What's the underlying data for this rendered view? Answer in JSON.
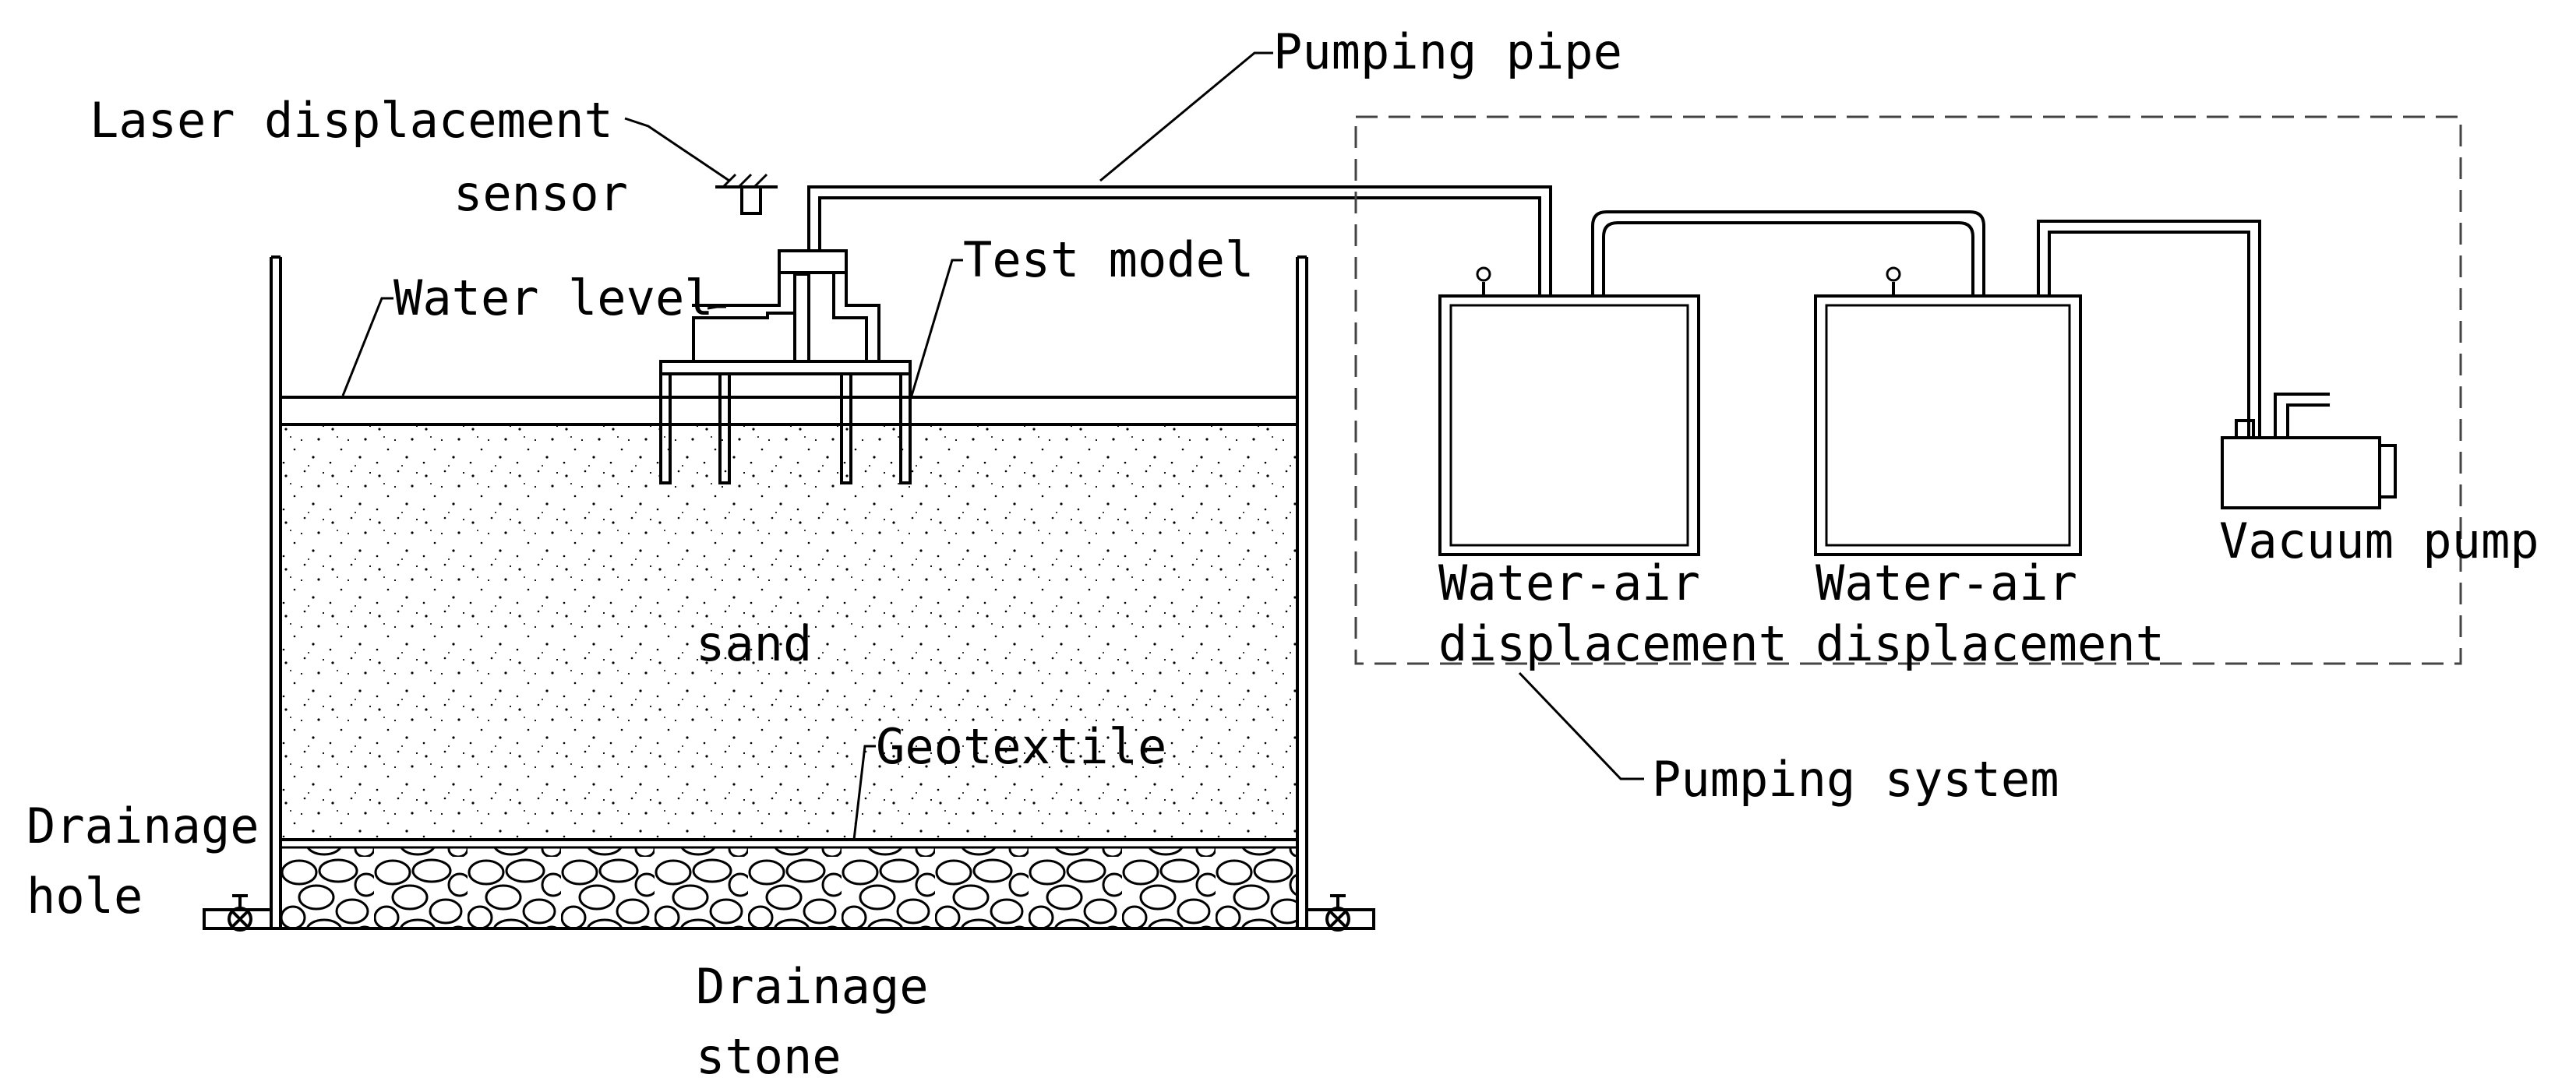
{
  "labels": {
    "laser_line1": "Laser displacement",
    "laser_line2": "sensor",
    "pumping_pipe": "Pumping pipe",
    "water_level": "Water level",
    "test_model": "Test model",
    "sand": "sand",
    "geotextile": "Geotextile",
    "drainage_hole_line1": "Drainage",
    "drainage_hole_line2": "hole",
    "drainage_stone_line1": "Drainage",
    "drainage_stone_line2": "stone",
    "wad1_line1": "Water-air",
    "wad1_line2": "displacement",
    "wad2_line1": "Water-air",
    "wad2_line2": "displacement",
    "vacuum_pump": "Vacuum pump",
    "pumping_system": "Pumping system"
  },
  "colors": {
    "line": "#000000",
    "dashed_box": "#444444",
    "background": "#ffffff"
  }
}
